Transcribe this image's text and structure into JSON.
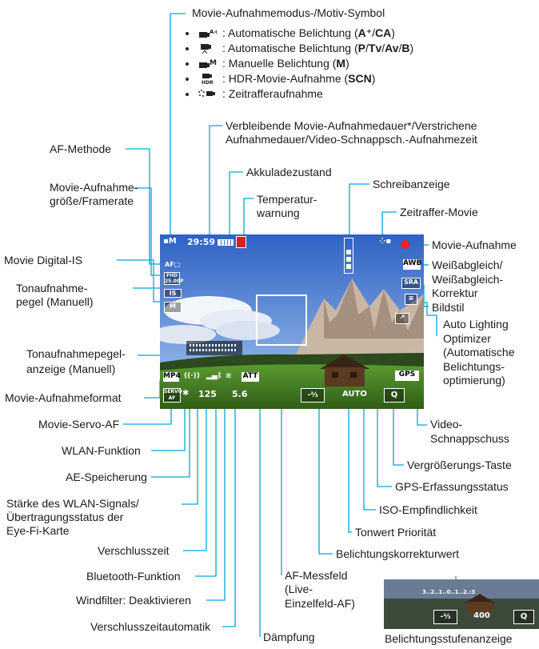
{
  "header": {
    "title": "Movie-Aufnahmemodus-/Motiv-Symbol",
    "legend": [
      {
        "icon": "auto-exposure-icon",
        "text": ": Automatische Belichtung ("
      },
      {
        "icon": "program-auto-icon",
        "text": ": Automatische Belichtung ("
      },
      {
        "icon": "manual-movie-icon",
        "text": ": Manuelle Belichtung ("
      },
      {
        "icon": "hdr-movie-icon",
        "text": ": HDR-Movie-Aufnahme ("
      },
      {
        "icon": "time-lapse-icon",
        "text": ": Zeitrafferaufnahme"
      }
    ],
    "legend_suffix": [
      "A+/CA)",
      "P/Tv/Av/B)",
      "M)",
      "SCN)",
      ""
    ]
  },
  "labels_top": {
    "remaining_time": "Verbleibende Movie-Aufnahmedauer*/Verstrichene",
    "remaining_time_2": "Aufnahmedauer/Video-Schnappsch.-Aufnahmezeit",
    "af_method": "AF-Methode",
    "battery": "Akkuladezustand",
    "temp_1": "Temperatur-",
    "temp_2": "warnung",
    "write": "Schreibanzeige",
    "timelapse": "Zeitraffer-Movie",
    "size_1": "Movie-Aufnahme-",
    "size_2": "größe/Framerate"
  },
  "labels_left": {
    "digital_is": "Movie Digital-IS",
    "sound_1": "Tonaufnahme-",
    "sound_2": "pegel (Manuell)",
    "meter_1": "Tonaufnahmepegel-",
    "meter_2": "anzeige (Manuell)",
    "format": "Movie-Aufnahmeformat",
    "servo": "Movie-Servo-AF",
    "wlan": "WLAN-Funktion",
    "ae_lock": "AE-Speicherung",
    "signal_1": "Stärke des WLAN-Signals/",
    "signal_2": "Übertragungsstatus der",
    "signal_3": "Eye-Fi-Karte",
    "shutter": "Verschlusszeit",
    "bluetooth": "Bluetooth-Funktion",
    "wind": "Windfilter: Deaktivieren",
    "auto_shutter": "Verschlusszeitautomatik"
  },
  "labels_right": {
    "movie_rec": "Movie-Aufnahme",
    "wb_1": "Weißabgleich/",
    "wb_2": "Weißabgleich-",
    "wb_3": "Korrektur",
    "style": "Bildstil",
    "alo_1": "Auto Lighting",
    "alo_2": "Optimizer",
    "alo_3": "(Automatische",
    "alo_4": "Belichtungs-",
    "alo_5": "optimierung)",
    "snapshot_1": "Video-",
    "snapshot_2": "Schnappschuss",
    "magnify": "Vergrößerungs-Taste",
    "gps": "GPS-Erfassungsstatus",
    "iso": "ISO-Empfindlichkeit",
    "tone": "Tonwert Priorität",
    "exp_comp": "Belichtungskorrekturwert",
    "af_point_1": "AF-Messfeld",
    "af_point_2": "(Live-",
    "af_point_3": "Einzelfeld-AF)",
    "attenuator": "Dämpfung",
    "exp_level": "Belichtungsstufenanzeige"
  },
  "screen": {
    "time": "29:59",
    "shutter": "125",
    "aperture": "5.6",
    "iso": "AUTO",
    "exp_comp": "-⅔",
    "format": "MP4",
    "gps": "GPS",
    "att": "ATT",
    "awb": "AWB",
    "magnify": "Q"
  },
  "inset": {
    "scale": "3..2..1..0..1..2.:3",
    "exp_comp": "-⅔",
    "iso": "400",
    "magnify": "Q"
  },
  "colors": {
    "leader": "#00a6d6",
    "rec_dot": "#e8232a",
    "temp_warn": "#d42020",
    "sky_top": "#3a6fd0",
    "sky_bottom": "#9cc3ef",
    "grass": "#4c8a2a"
  }
}
